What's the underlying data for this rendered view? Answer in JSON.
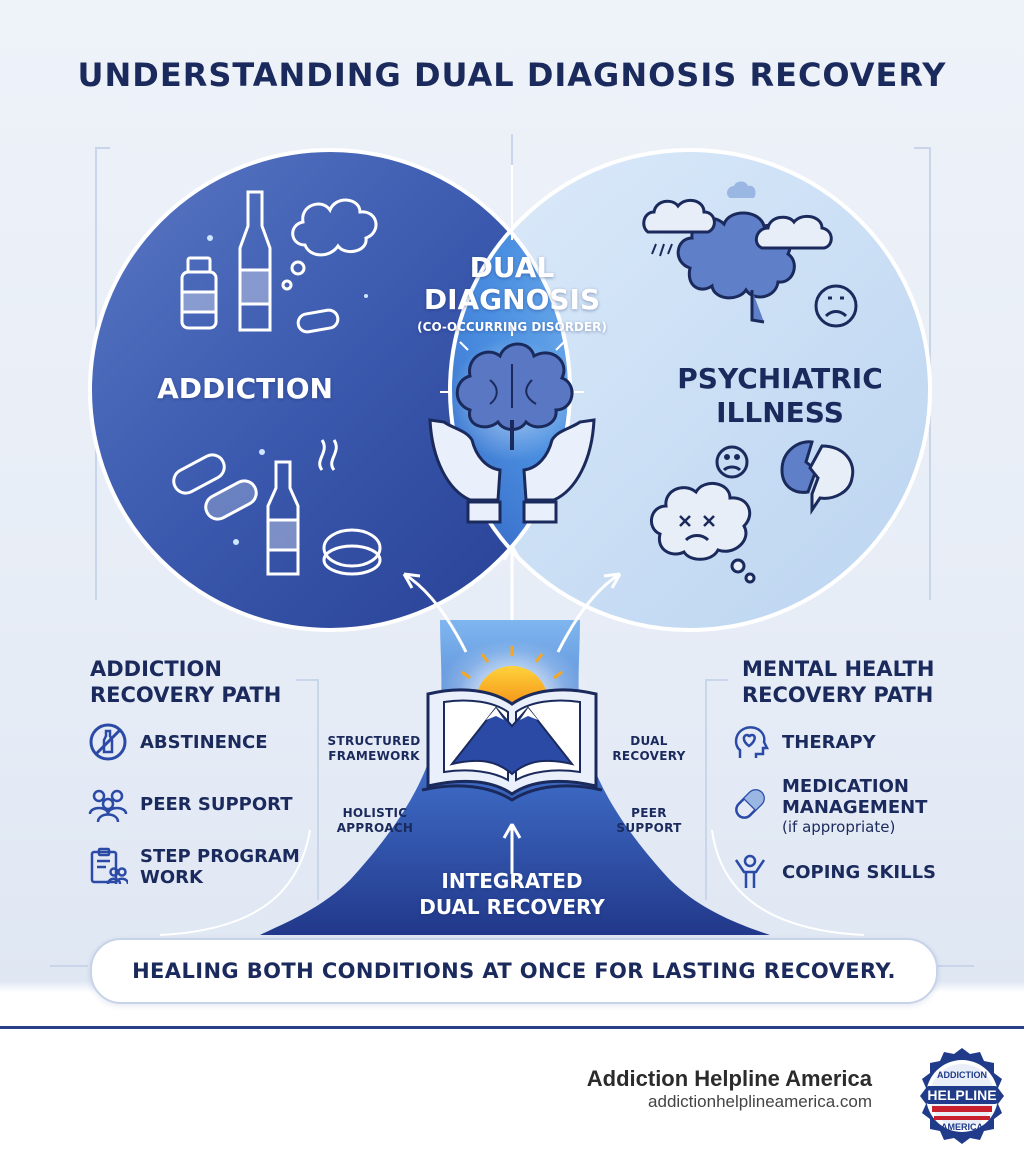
{
  "title": "UNDERSTANDING DUAL DIAGNOSIS RECOVERY",
  "circles": {
    "left": "ADDICTION",
    "center_line1": "DUAL",
    "center_line2": "DIAGNOSIS",
    "center_sub": "(CO-OCCURRING DISORDER)",
    "right_line1": "PSYCHIATRIC",
    "right_line2": "ILLNESS"
  },
  "addiction_path": {
    "title_line1": "ADDICTION",
    "title_line2": "RECOVERY PATH",
    "items": [
      {
        "label": "ABSTINENCE",
        "icon": "no-bottle-icon"
      },
      {
        "label": "PEER SUPPORT",
        "icon": "people-icon"
      },
      {
        "label_line1": "STEP PROGRAM",
        "label_line2": "WORK",
        "icon": "clipboard-people-icon"
      }
    ]
  },
  "mental_path": {
    "title_line1": "MENTAL HEALTH",
    "title_line2": "RECOVERY PATH",
    "items": [
      {
        "label": "THERAPY",
        "icon": "head-heart-icon"
      },
      {
        "label_line1": "MEDICATION",
        "label_line2": "MANAGEMENT",
        "label_note": "(if appropriate)",
        "icon": "pill-icon"
      },
      {
        "label": "COPING SKILLS",
        "icon": "person-arms-up-icon"
      }
    ]
  },
  "center_labels": {
    "left_top_1": "STRUCTURED",
    "left_top_2": "FRAMEWORK",
    "left_bottom_1": "HOLISTIC",
    "left_bottom_2": "APPROACH",
    "right_top_1": "DUAL",
    "right_top_2": "RECOVERY",
    "right_bottom_1": "PEER",
    "right_bottom_2": "SUPPORT",
    "integrated_1": "INTEGRATED",
    "integrated_2": "DUAL RECOVERY"
  },
  "banner": "HEALING BOTH CONDITIONS AT ONCE FOR LASTING RECOVERY.",
  "footer": {
    "brand": "Addiction Helpline America",
    "url": "addictionhelplineamerica.com",
    "logo_top": "ADDICTION",
    "logo_mid": "HELPLINE",
    "logo_bottom": "AMERICA"
  },
  "colors": {
    "navy": "#1b2a5c",
    "left_circle": "#3552a8",
    "center_circle": "#4f8ee0",
    "right_circle": "#cfe3f6"
  }
}
